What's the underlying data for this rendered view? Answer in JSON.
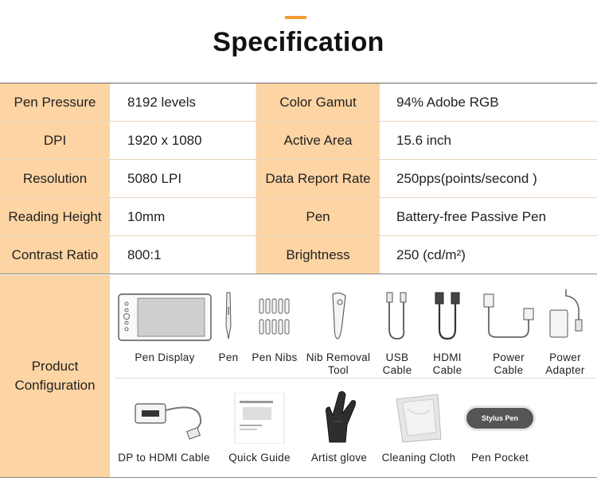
{
  "title": "Specification",
  "colors": {
    "accent": "#f39a32",
    "label_bg": "#fdd4a3"
  },
  "spec_rows": [
    {
      "label1": "Pen Pressure",
      "value1": "8192 levels",
      "label2": "Color Gamut",
      "value2": "94% Adobe RGB"
    },
    {
      "label1": "DPI",
      "value1": "1920 x 1080",
      "label2": "Active Area",
      "value2": "15.6 inch"
    },
    {
      "label1": "Resolution",
      "value1": "5080 LPI",
      "label2": "Data Report Rate",
      "value2": "250pps(points/second )"
    },
    {
      "label1": "Reading Height",
      "value1": "10mm",
      "label2": "Pen",
      "value2": "Battery-free Passive Pen"
    },
    {
      "label1": "Contrast Ratio",
      "value1": "800:1",
      "label2": "Brightness",
      "value2": "250 (cd/m²)"
    }
  ],
  "config": {
    "label_line1": "Product",
    "label_line2": "Configuration",
    "row1": [
      {
        "name": "Pen Display",
        "icon": "pen-display-icon"
      },
      {
        "name": "Pen",
        "icon": "pen-icon"
      },
      {
        "name": "Pen Nibs",
        "icon": "pen-nibs-icon"
      },
      {
        "name_line1": "Nib Removal",
        "name_line2": "Tool",
        "icon": "nib-removal-tool-icon"
      },
      {
        "name_line1": "USB",
        "name_line2": "Cable",
        "icon": "usb-cable-icon"
      },
      {
        "name_line1": "HDMI",
        "name_line2": "Cable",
        "icon": "hdmi-cable-icon"
      },
      {
        "name_line1": "Power",
        "name_line2": "Cable",
        "icon": "power-cable-icon"
      },
      {
        "name_line1": "Power",
        "name_line2": "Adapter",
        "icon": "power-adapter-icon"
      }
    ],
    "row2": [
      {
        "name": "DP to HDMI Cable",
        "icon": "dp-to-hdmi-cable-icon"
      },
      {
        "name": "Quick Guide",
        "icon": "quick-guide-icon"
      },
      {
        "name": "Artist glove",
        "icon": "artist-glove-icon"
      },
      {
        "name": "Cleaning Cloth",
        "icon": "cleaning-cloth-icon"
      },
      {
        "name": "Pen Pocket",
        "icon": "pen-pocket-icon",
        "pocket_text": "Stylus Pen"
      }
    ]
  }
}
